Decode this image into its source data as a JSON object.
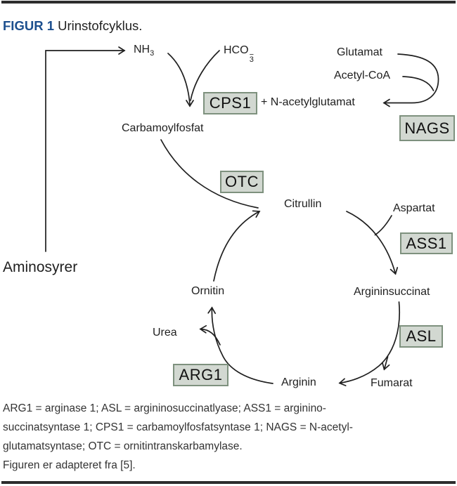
{
  "figure": {
    "label": "FIGUR 1",
    "title": "Urinstofcyklus."
  },
  "nodes": {
    "aminosyrer": "Aminosyrer",
    "nh3_prefix": "NH",
    "nh3_sub": "3",
    "hco3_prefix": "HCO",
    "hco3_sup": "−",
    "hco3_sub": "3",
    "glutamat": "Glutamat",
    "acetyl_coa": "Acetyl-CoA",
    "n_acetylglutamat": "+ N-acetylglutamat",
    "carbamoylfosfat": "Carbamoylfosfat",
    "citrullin": "Citrullin",
    "aspartat": "Aspartat",
    "argininsuccinat": "Argininsuccinat",
    "fumarat": "Fumarat",
    "arginin": "Arginin",
    "ornitin": "Ornitin",
    "urea": "Urea"
  },
  "enzymes": {
    "cps1": "CPS1",
    "nags": "NAGS",
    "otc": "OTC",
    "ass1": "ASS1",
    "asl": "ASL",
    "arg1": "ARG1"
  },
  "caption": {
    "lines": [
      "ARG1 = arginase 1; ASL = argininosuccinatlyase; ASS1 = arginino-",
      "succinatsyntase 1; CPS1 = carbamoylfosfatsyntase 1; NAGS = N-acetyl-",
      "glutamatsyntase; OTC = ornitintranskarbamylase.",
      "Figuren er adapteret fra [5]."
    ]
  },
  "colors": {
    "figure_label": "#1c4f8e",
    "enzyme_fill": "#d2d8d1",
    "enzyme_border": "#7e917e",
    "line": "#1f1f1f",
    "rule": "#2d2d2d"
  }
}
